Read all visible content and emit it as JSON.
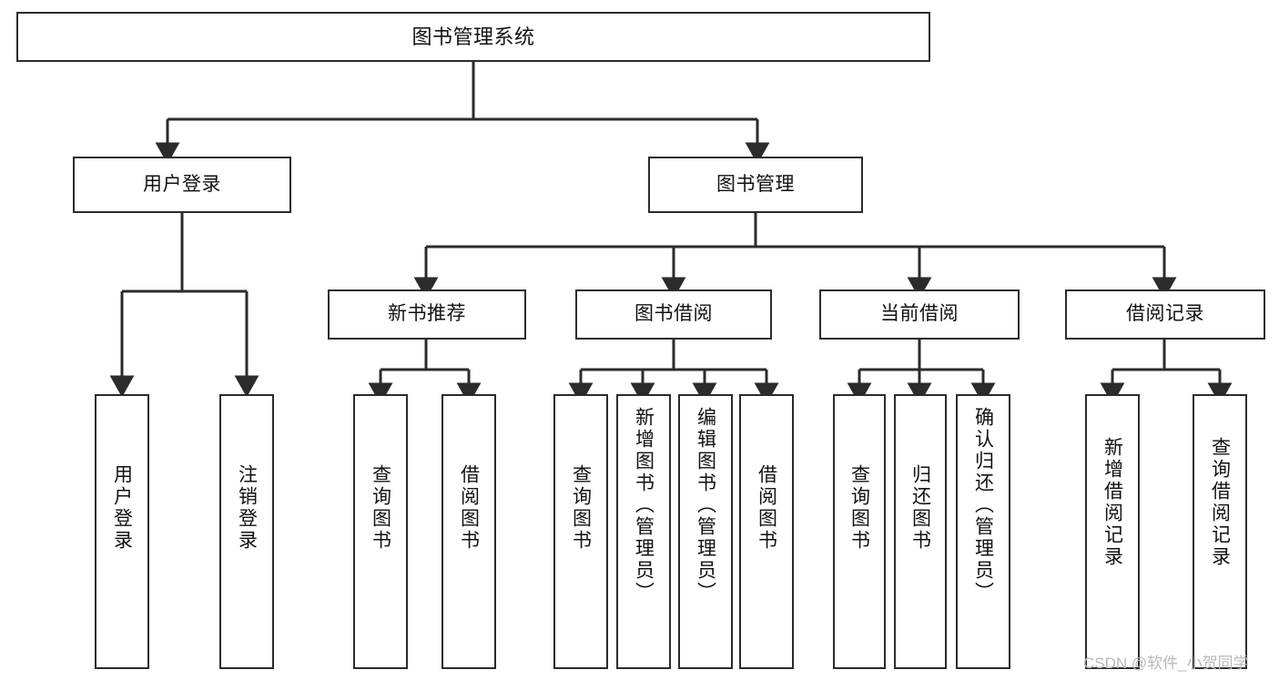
{
  "diagram": {
    "title": "图书管理系统",
    "type": "tree-hierarchy-flowchart",
    "colors": {
      "stroke": "#2b2b2b",
      "fill": "#ffffff",
      "text": "#111111",
      "watermark": "#b9b9b9"
    },
    "nodes": {
      "root": {
        "label": "图书管理系统",
        "level": 1
      },
      "user_login": {
        "label": "用户登录",
        "level": 2
      },
      "book_manage": {
        "label": "图书管理",
        "level": 2
      },
      "new_book_rec": {
        "label": "新书推荐",
        "level": 3
      },
      "book_borrow": {
        "label": "图书借阅",
        "level": 3
      },
      "current_borrow": {
        "label": "当前借阅",
        "level": 3
      },
      "borrow_record": {
        "label": "借阅记录",
        "level": 3
      },
      "leaf_user_login": {
        "label": "用户登录",
        "level": 4
      },
      "leaf_logout": {
        "label": "注销登录",
        "level": 4
      },
      "leaf_query_book_1": {
        "label": "查询图书",
        "level": 4
      },
      "leaf_borrow_book_1": {
        "label": "借阅图书",
        "level": 4
      },
      "leaf_query_book_2": {
        "label": "查询图书",
        "level": 4
      },
      "leaf_add_book": {
        "label": "新增图书（管理员）",
        "level": 4
      },
      "leaf_edit_book": {
        "label": "编辑图书（管理员）",
        "level": 4
      },
      "leaf_borrow_book_2": {
        "label": "借阅图书",
        "level": 4
      },
      "leaf_query_book_3": {
        "label": "查询图书",
        "level": 4
      },
      "leaf_return_book": {
        "label": "归还图书",
        "level": 4
      },
      "leaf_confirm_return": {
        "label": "确认归还（管理员）",
        "level": 4
      },
      "leaf_add_record": {
        "label": "新增借阅记录",
        "level": 4
      },
      "leaf_query_record": {
        "label": "查询借阅记录",
        "level": 4
      }
    },
    "edges": [
      {
        "from": "root",
        "to": "user_login"
      },
      {
        "from": "root",
        "to": "book_manage"
      },
      {
        "from": "user_login",
        "to": "leaf_user_login"
      },
      {
        "from": "user_login",
        "to": "leaf_logout"
      },
      {
        "from": "book_manage",
        "to": "new_book_rec"
      },
      {
        "from": "book_manage",
        "to": "book_borrow"
      },
      {
        "from": "book_manage",
        "to": "current_borrow"
      },
      {
        "from": "book_manage",
        "to": "borrow_record"
      },
      {
        "from": "new_book_rec",
        "to": "leaf_query_book_1"
      },
      {
        "from": "new_book_rec",
        "to": "leaf_borrow_book_1"
      },
      {
        "from": "book_borrow",
        "to": "leaf_query_book_2"
      },
      {
        "from": "book_borrow",
        "to": "leaf_add_book"
      },
      {
        "from": "book_borrow",
        "to": "leaf_edit_book"
      },
      {
        "from": "book_borrow",
        "to": "leaf_borrow_book_2"
      },
      {
        "from": "current_borrow",
        "to": "leaf_query_book_3"
      },
      {
        "from": "current_borrow",
        "to": "leaf_return_book"
      },
      {
        "from": "current_borrow",
        "to": "leaf_confirm_return"
      },
      {
        "from": "borrow_record",
        "to": "leaf_add_record"
      },
      {
        "from": "borrow_record",
        "to": "leaf_query_record"
      }
    ]
  },
  "watermark": {
    "text": "CSDN @软件_小贺同学"
  }
}
